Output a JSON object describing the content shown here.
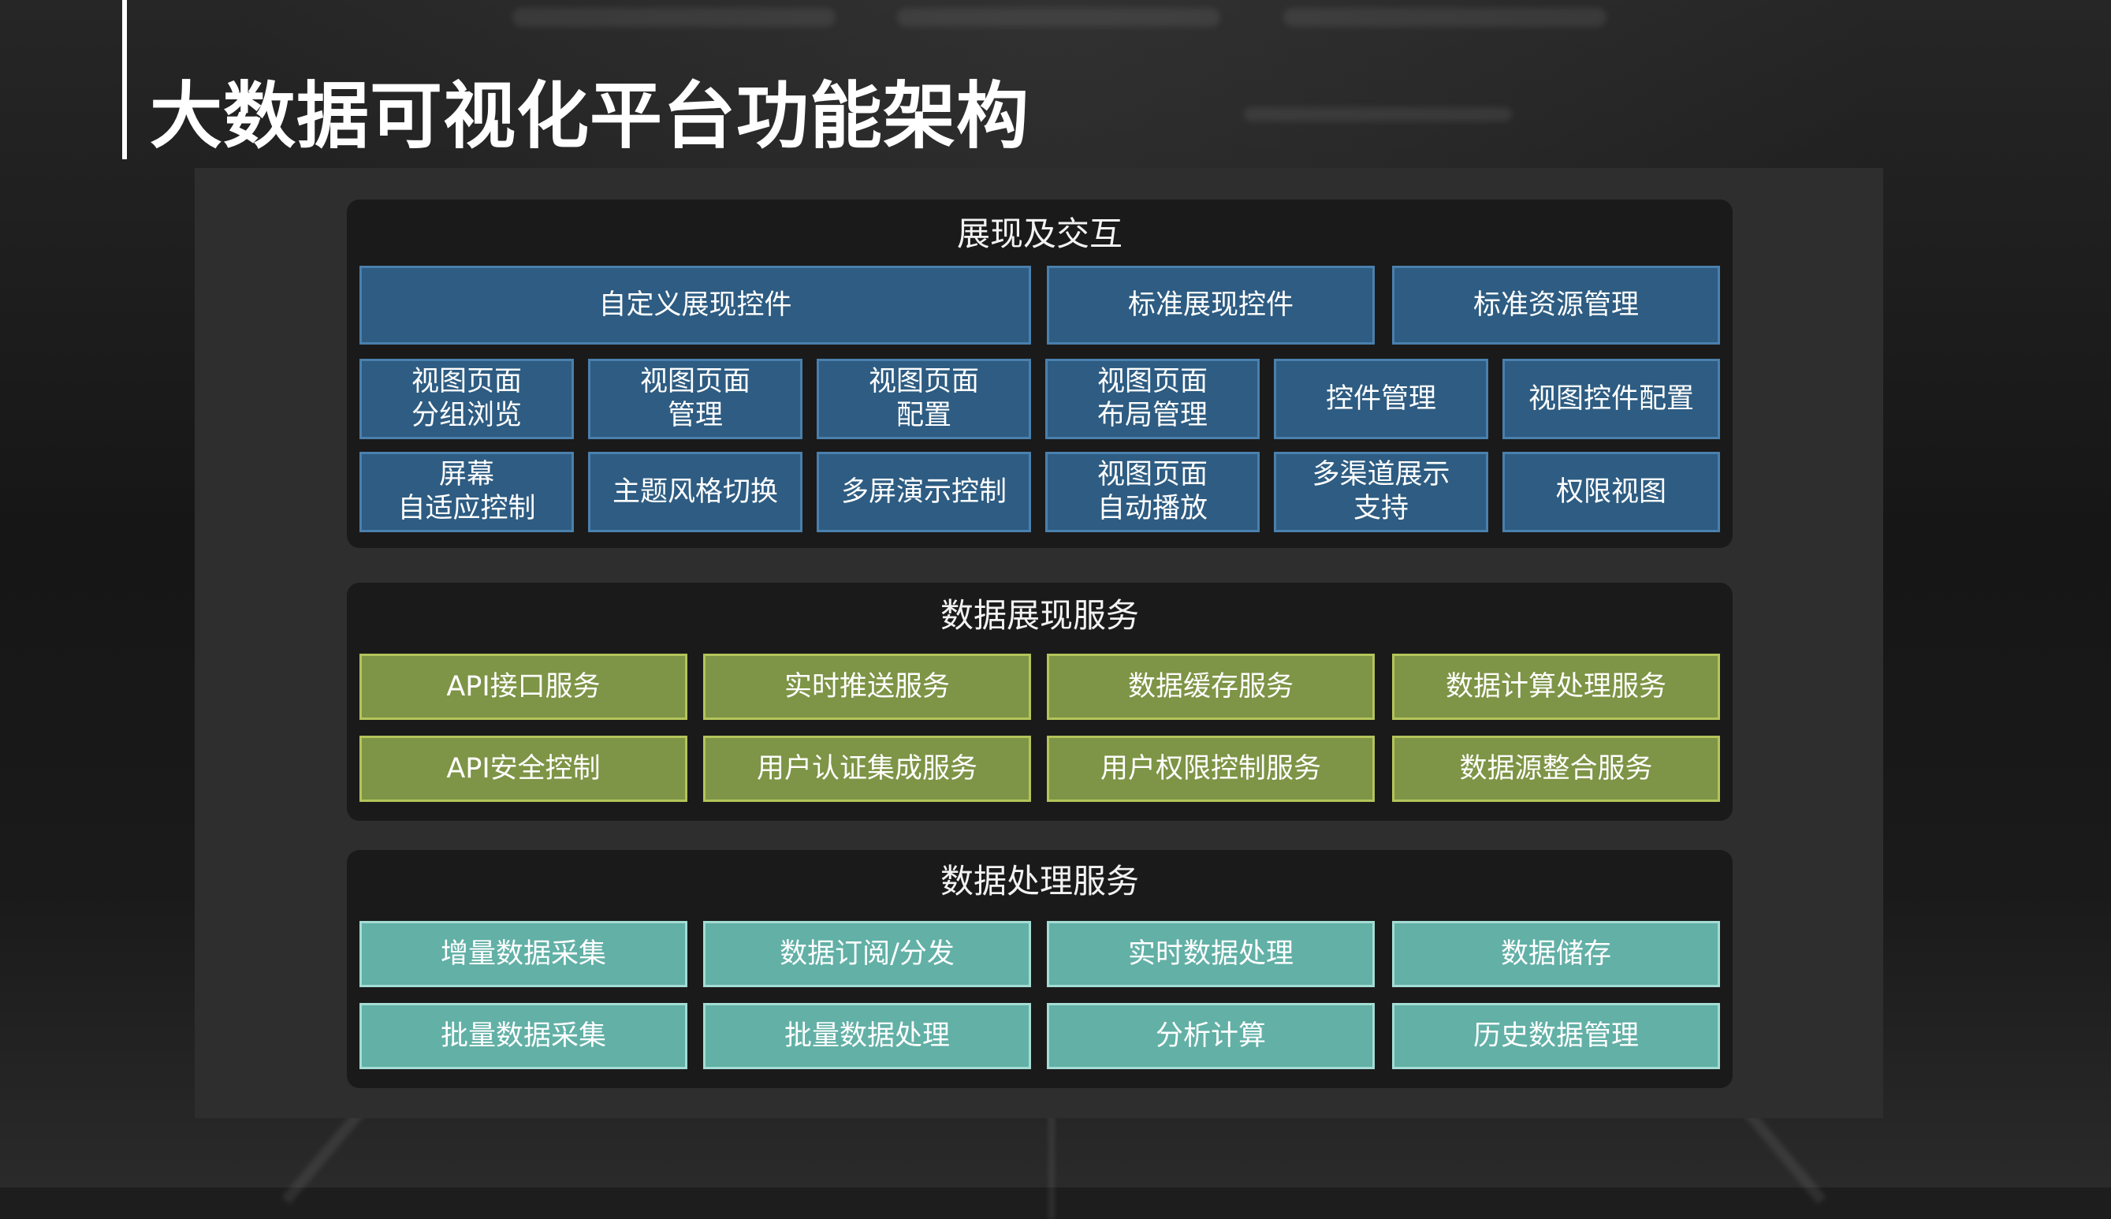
{
  "title": "大数据可视化平台功能架构",
  "colors": {
    "blue": "#2e5c82",
    "green": "#7e9446",
    "teal": "#62b0a6"
  },
  "sections": [
    {
      "title": "展现及交互",
      "rows": [
        [
          "自定义展现控件",
          "标准展现控件",
          "标准资源管理"
        ],
        [
          "视图页面\n分组浏览",
          "视图页面\n管理",
          "视图页面\n配置",
          "视图页面\n布局管理",
          "控件管理",
          "视图控件配置"
        ],
        [
          "屏幕\n自适应控制",
          "主题风格切换",
          "多屏演示控制",
          "视图页面\n自动播放",
          "多渠道展示\n支持",
          "权限视图"
        ]
      ]
    },
    {
      "title": "数据展现服务",
      "rows": [
        [
          "API接口服务",
          "实时推送服务",
          "数据缓存服务",
          "数据计算处理服务"
        ],
        [
          "API安全控制",
          "用户认证集成服务",
          "用户权限控制服务",
          "数据源整合服务"
        ]
      ]
    },
    {
      "title": "数据处理服务",
      "rows": [
        [
          "增量数据采集",
          "数据订阅/分发",
          "实时数据处理",
          "数据储存"
        ],
        [
          "批量数据采集",
          "批量数据处理",
          "分析计算",
          "历史数据管理"
        ]
      ]
    }
  ]
}
